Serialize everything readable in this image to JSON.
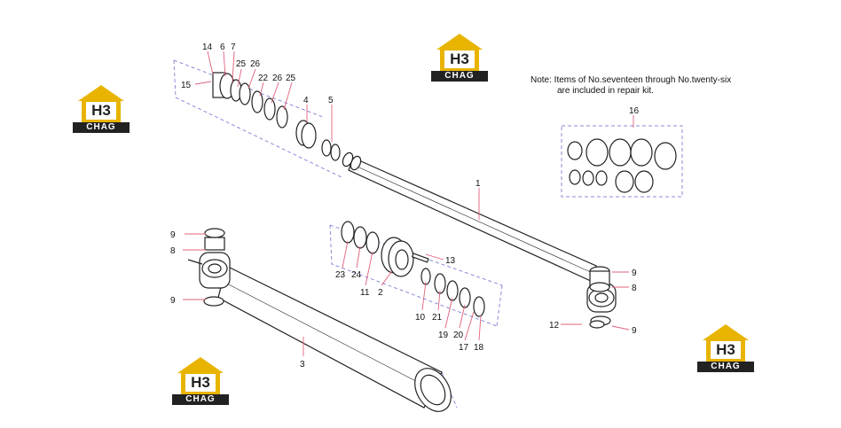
{
  "logo": {
    "mark": "H3",
    "text": "CHAG"
  },
  "note": {
    "line1": "Note: Items of No.seventeen through No.twenty-six",
    "line2": "are included in repair kit."
  },
  "callouts": {
    "c14": "14",
    "c6": "6",
    "c7": "7",
    "c25a": "25",
    "c26a": "26",
    "c15": "15",
    "c22": "22",
    "c26b": "26",
    "c25b": "25",
    "c4": "4",
    "c5": "5",
    "c16": "16",
    "c1": "1",
    "c9a": "9",
    "c8a": "8",
    "c9b": "9",
    "c13": "13",
    "c23": "23",
    "c24": "24",
    "c11": "11",
    "c2": "2",
    "c10": "10",
    "c21": "21",
    "c19": "19",
    "c20": "20",
    "c17": "17",
    "c18": "18",
    "c9c": "9",
    "c8b": "8",
    "c12": "12",
    "c9d": "9",
    "c3": "3"
  }
}
